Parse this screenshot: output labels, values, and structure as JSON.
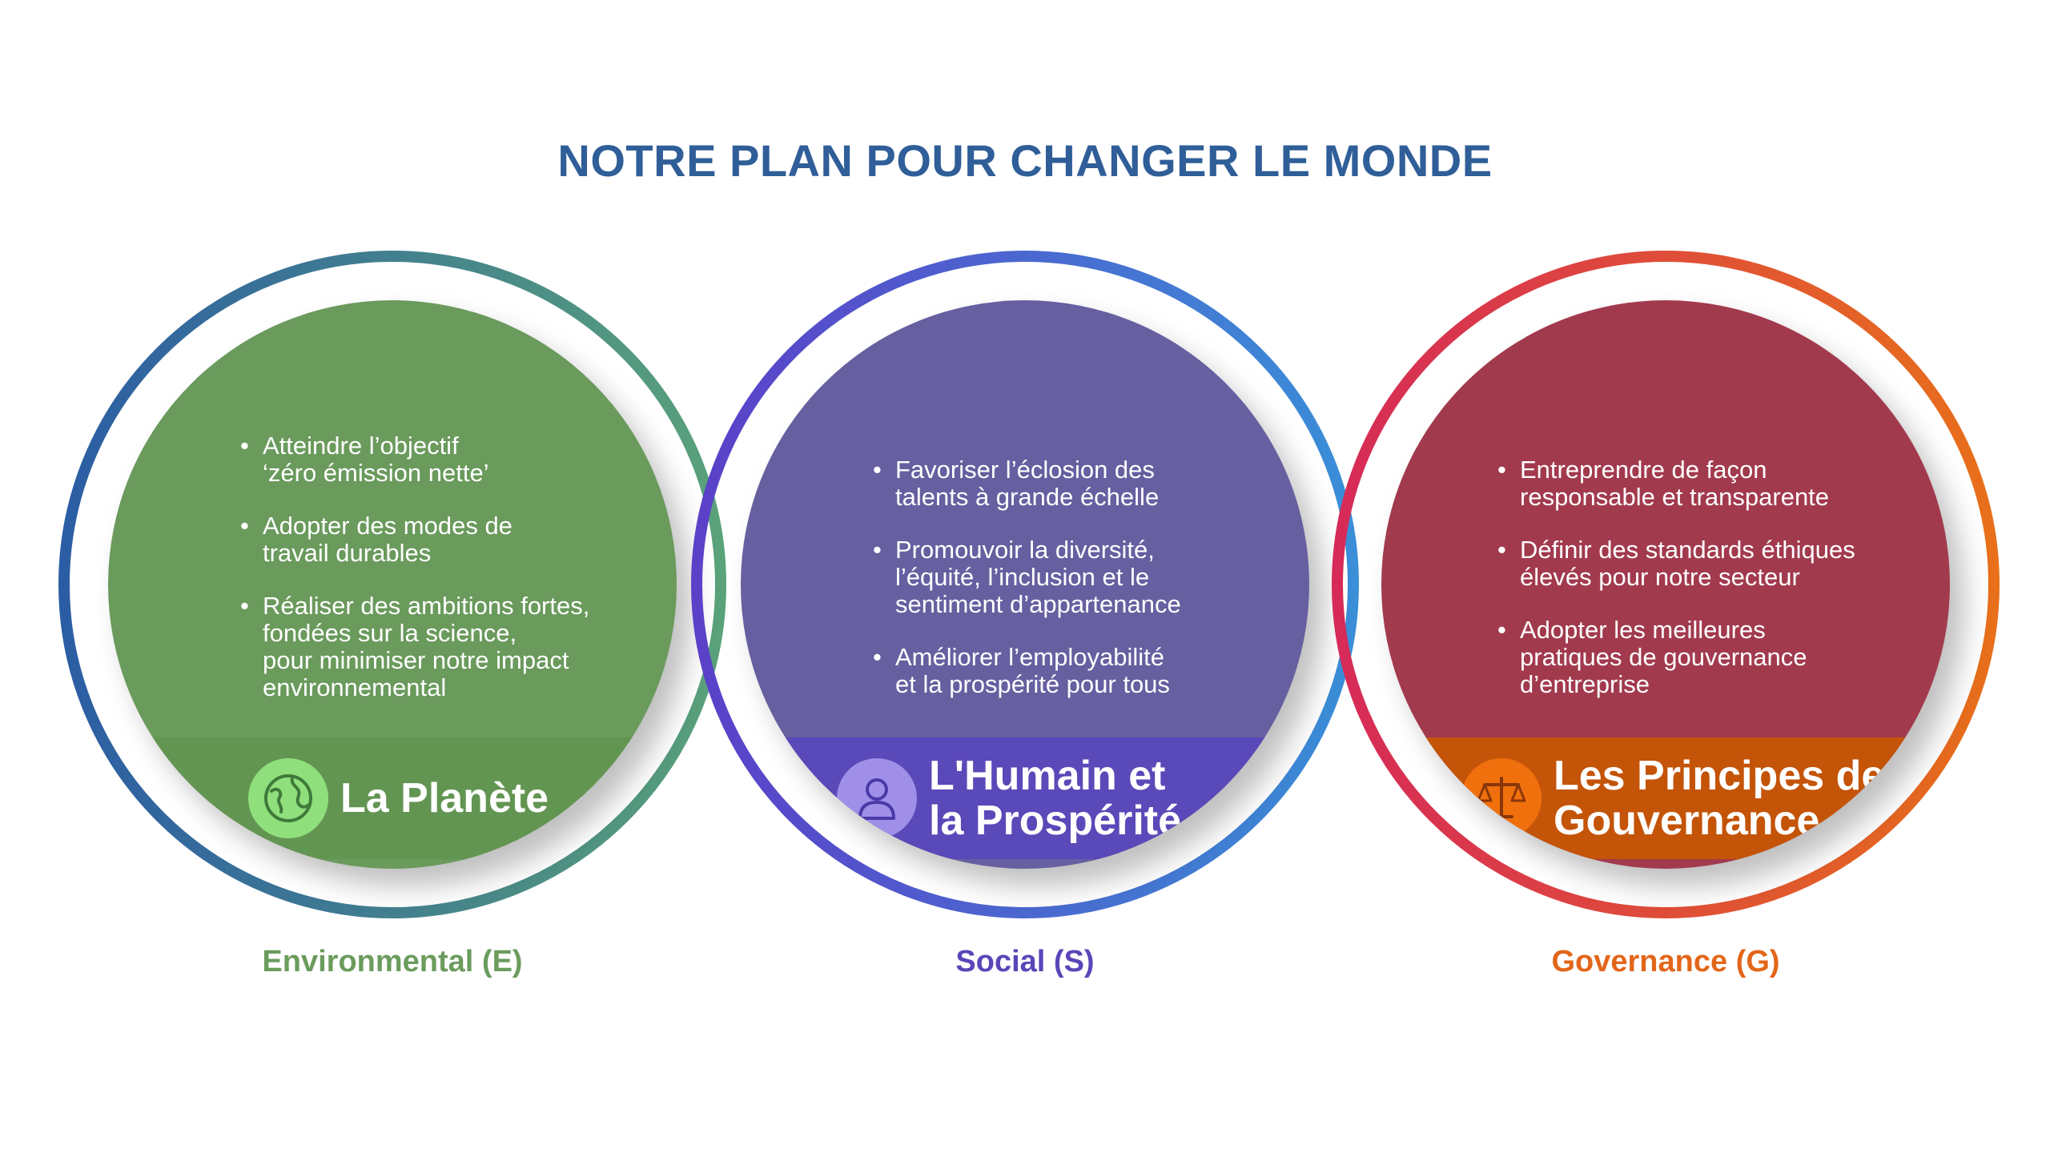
{
  "title": "NOTRE PLAN POUR CHANGER LE MONDE",
  "pillars": [
    {
      "bullets": [
        "Atteindre l’objectif\n‘zéro émission nette’",
        "Adopter des modes de\ntravail durables",
        "Réaliser des ambitions fortes,\nfondées sur la science,\npour minimiser notre impact\nenvironnemental"
      ],
      "name": "La Planète",
      "icon": "globe-icon",
      "caption": "Environmental (E)",
      "colors": {
        "disc": "#6a9a5c",
        "band": "#639552",
        "icon_bg": "#8fe07d",
        "caption": "#6b9c5d",
        "ring_start": "#2b5da4",
        "ring_end": "#5aa27a"
      }
    },
    {
      "bullets": [
        "Favoriser l’éclosion des\ntalents à grande échelle",
        "Promouvoir la diversité,\nl’équité, l’inclusion et le\nsentiment d’appartenance",
        "Améliorer l’employabilité\net la prospérité pour tous"
      ],
      "name": "L'Humain et\nla Prospérité",
      "icon": "person-icon",
      "caption": "Social (S)",
      "colors": {
        "disc": "#665fa0",
        "band": "#5a49b8",
        "icon_bg": "#a08fe8",
        "caption": "#5b45b8",
        "ring_start": "#5b40c8",
        "ring_end": "#3a8fd8"
      }
    },
    {
      "bullets": [
        "Entreprendre de façon\nresponsable et transparente",
        "Définir des standards éthiques\nélevés pour notre secteur",
        "Adopter les meilleures\npratiques de gouvernance\nd’entreprise"
      ],
      "name": "Les Principes de\nGouvernance",
      "icon": "scales-icon",
      "caption": "Governance (G)",
      "colors": {
        "disc": "#a23a4e",
        "band": "#c45408",
        "icon_bg": "#f0700e",
        "caption": "#e2661a",
        "ring_start": "#d62a58",
        "ring_end": "#e8701a"
      }
    }
  ]
}
